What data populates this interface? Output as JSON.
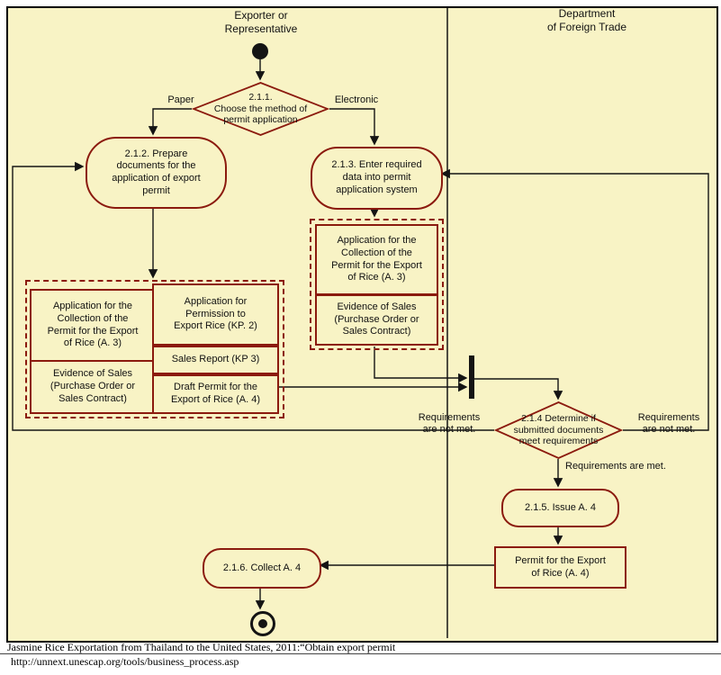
{
  "colors": {
    "diagram_background": "#f8f3c5",
    "node_border": "#8b1a0e",
    "connector": "#141414"
  },
  "lanes": {
    "exporter": "Exporter or\nRepresentative",
    "foreign_trade": "Department\nof Foreign Trade"
  },
  "nodes": {
    "d211": "2.1.1.\nChoose the method of\npermit application",
    "a212": "2.1.2. Prepare\ndocuments for the\napplication of export\npermit",
    "a213": "2.1.3. Enter required\ndata into permit\napplication system",
    "doc_a3_electronic": "Application for the\nCollection  of the\nPermit for the Export\nof Rice (A. 3)",
    "doc_sales_electronic": "Evidence of Sales\n(Purchase Order or\nSales Contract)",
    "doc_a3_paper": "Application for the\nCollection  of the\nPermit for the Export\nof Rice (A. 3)",
    "doc_sales_paper": "Evidence of Sales\n(Purchase Order or\nSales Contract)",
    "doc_kp2": "Application for\nPermission to\nExport Rice  (KP. 2)",
    "doc_kp3": "Sales Report (KP 3)",
    "doc_a4_draft": "Draft Permit for the\nExport of Rice (A. 4)",
    "d214": "2.1.4 Determine if\nsubmitted documents\nmeet requirements",
    "a215": "2.1.5. Issue A. 4",
    "doc_permit_a4": "Permit for the Export\nof Rice (A. 4)",
    "a216": "2.1.6. Collect A. 4"
  },
  "edge_labels": {
    "paper": "Paper",
    "electronic": "Electronic",
    "req_not_met_left": "Requirements\nare not met.",
    "req_not_met_right": "Requirements\nare not met.",
    "req_met": "Requirements are met."
  },
  "footer": {
    "caption": "Jasmine Rice Exportation from Thailand to the United States, 2011:“Obtain export permit",
    "url": "http://unnext.unescap.org/tools/business_process.asp"
  }
}
